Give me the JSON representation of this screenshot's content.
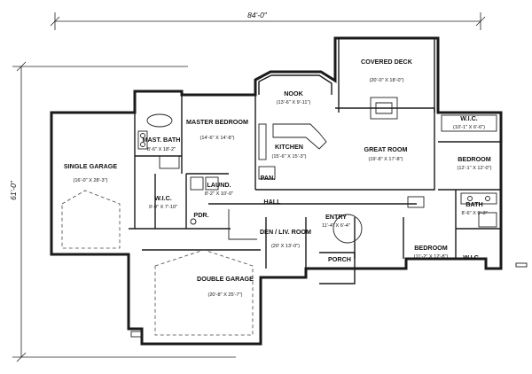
{
  "dimensions": {
    "overall_width": "84'-0\"",
    "overall_depth": "61'-0\""
  },
  "rooms": {
    "covered_deck": {
      "name": "COVERED DECK",
      "size": "(20'-0\" X 18'-0\")"
    },
    "nook": {
      "name": "NOOK",
      "size": "(13'-6\" X 9'-11\")"
    },
    "master_bedroom": {
      "name": "MASTER BEDROOM",
      "size": "(14'-6\" X 14'-8\")"
    },
    "mast_bath": {
      "name": "MAST. BATH",
      "size": "8'-6\" X 18'-2\""
    },
    "single_garage": {
      "name": "SINGLE GARAGE",
      "size": "(16'-0\" X 28'-3\")"
    },
    "kitchen": {
      "name": "KITCHEN",
      "size": "(15'-6\" X 15'-3\")"
    },
    "great_room": {
      "name": "GREAT ROOM",
      "size": "(19'-8\" X 17'-8\")"
    },
    "wic_right": {
      "name": "W.I.C.",
      "size": "(10'-1\" X 6'-6\")"
    },
    "bedroom_right": {
      "name": "BEDROOM",
      "size": "(12'-1\" X 12'-0\")"
    },
    "pan": {
      "name": "PAN."
    },
    "laund": {
      "name": "LAUND.",
      "size": "8'-2\" X 10'-0\""
    },
    "wic_left": {
      "name": "W.I.C.",
      "size": "9'-0\" X 7'-10\""
    },
    "pdr": {
      "name": "PDR."
    },
    "hall": {
      "name": "HALL"
    },
    "entry": {
      "name": "ENTRY",
      "size": "11'-4\" X 6'-4\""
    },
    "den_liv": {
      "name": "DEN / LIV. ROOM",
      "size": "(20' X 13'-0\")"
    },
    "bath": {
      "name": "BATH",
      "size": "8'-6\" X 9'-3\""
    },
    "bedroom_bottom": {
      "name": "BEDROOM",
      "size": "(11'-2\" X 12'-8\")"
    },
    "wic_small": {
      "name": "W.I.C."
    },
    "porch": {
      "name": "PORCH"
    },
    "double_garage": {
      "name": "DOUBLE GARAGE",
      "size": "(20'-8\" X 25'-7\")"
    }
  }
}
